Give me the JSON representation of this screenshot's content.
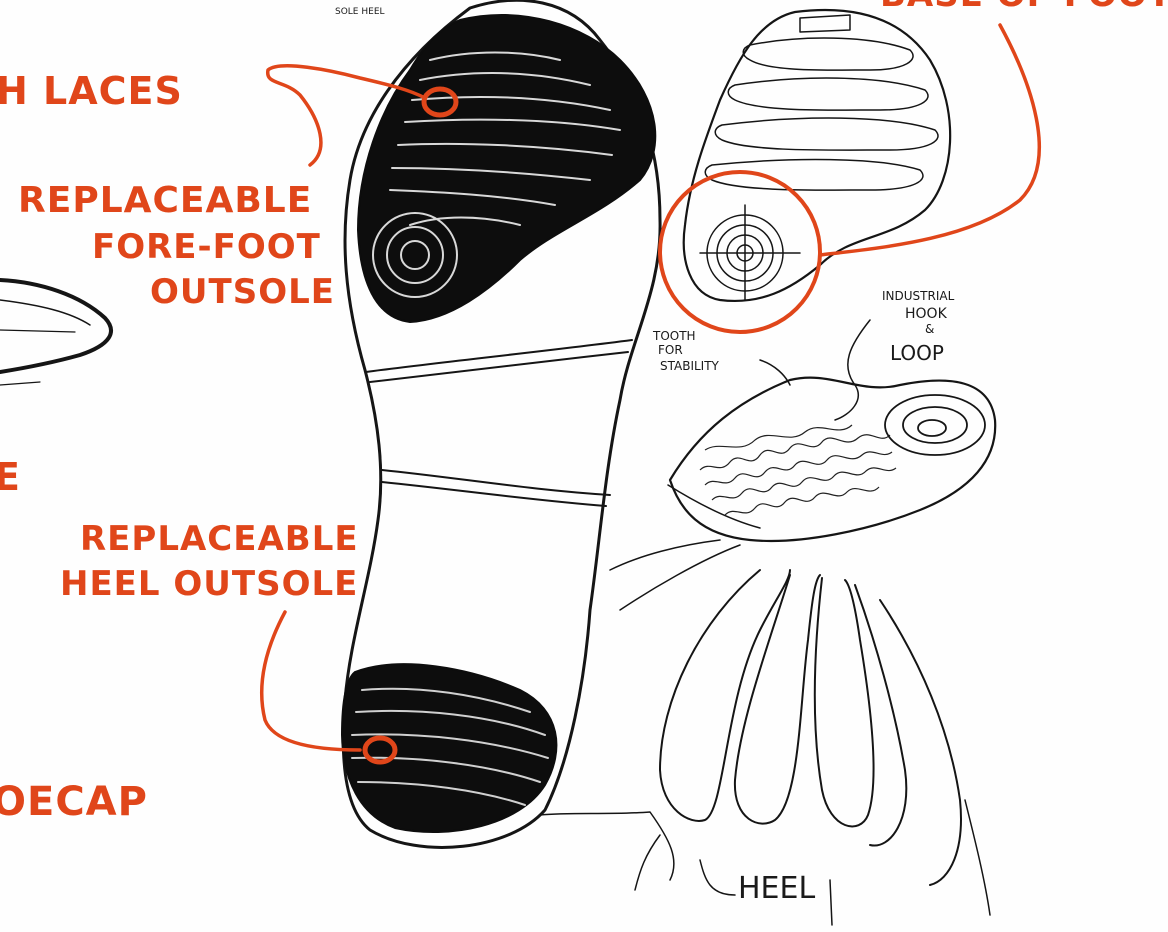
{
  "sketch": {
    "annotations": {
      "laces": "H LACES",
      "forefoot_line1": "REPLACEABLE",
      "forefoot_line2": "FORE-FOOT",
      "forefoot_line3": "OUTSOLE",
      "heel_line1": "REPLACEABLE",
      "heel_line2": "HEEL OUTSOLE",
      "toecap": "OECAP",
      "stray_letter": "E",
      "top_right_fragment": "BASE OF FOOT"
    },
    "notes": {
      "sole_heel": "SOLE HEEL",
      "industrial_1": "INDUSTRIAL",
      "industrial_2": "HOOK",
      "industrial_3": "&",
      "industrial_4": "LOOP",
      "tooth_1": "TOOTH",
      "tooth_2": "FOR",
      "tooth_3": "STABILITY",
      "heel": "HEEL"
    },
    "colors": {
      "accent": "#e0461a",
      "ink": "#151515",
      "paper": "#fefefe"
    }
  }
}
